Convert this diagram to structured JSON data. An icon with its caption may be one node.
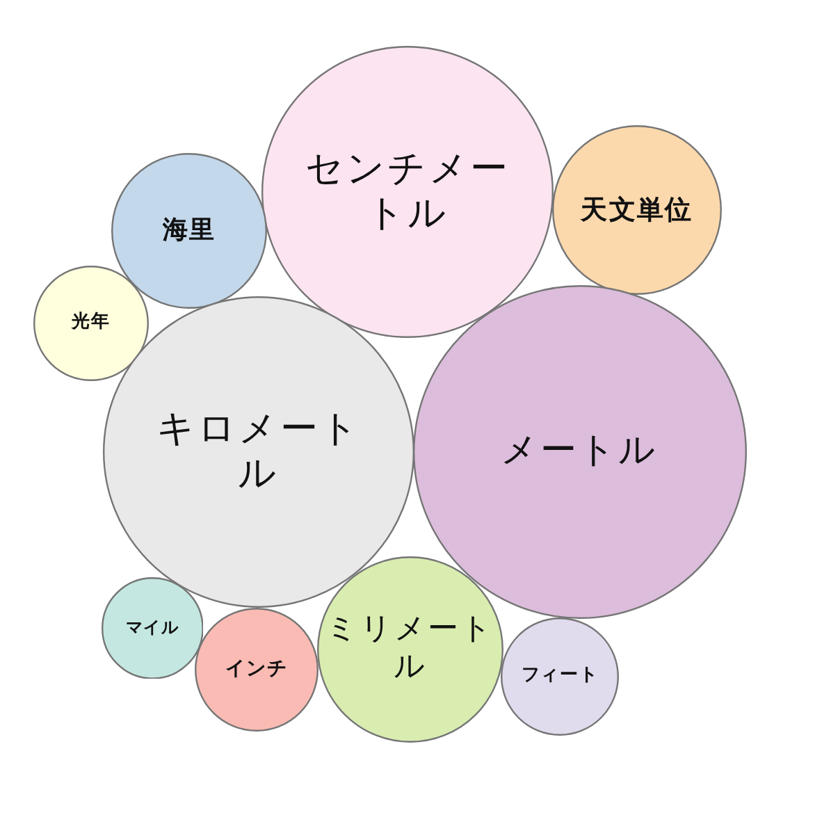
{
  "diagram": {
    "nodes": [
      {
        "text": [
          "センチメートル"
        ]
      },
      {
        "text": [
          "海里"
        ]
      },
      {
        "text": [
          "天文単位"
        ]
      },
      {
        "text": [
          "光年"
        ]
      },
      {
        "text": [
          "キロメートル"
        ]
      },
      {
        "text": [
          "メートル"
        ]
      },
      {
        "text": [
          "マイル"
        ]
      },
      {
        "text": [
          "インチ"
        ]
      },
      {
        "text": [
          "ミリメートル"
        ]
      },
      {
        "text": [
          "フィート"
        ]
      }
    ]
  }
}
